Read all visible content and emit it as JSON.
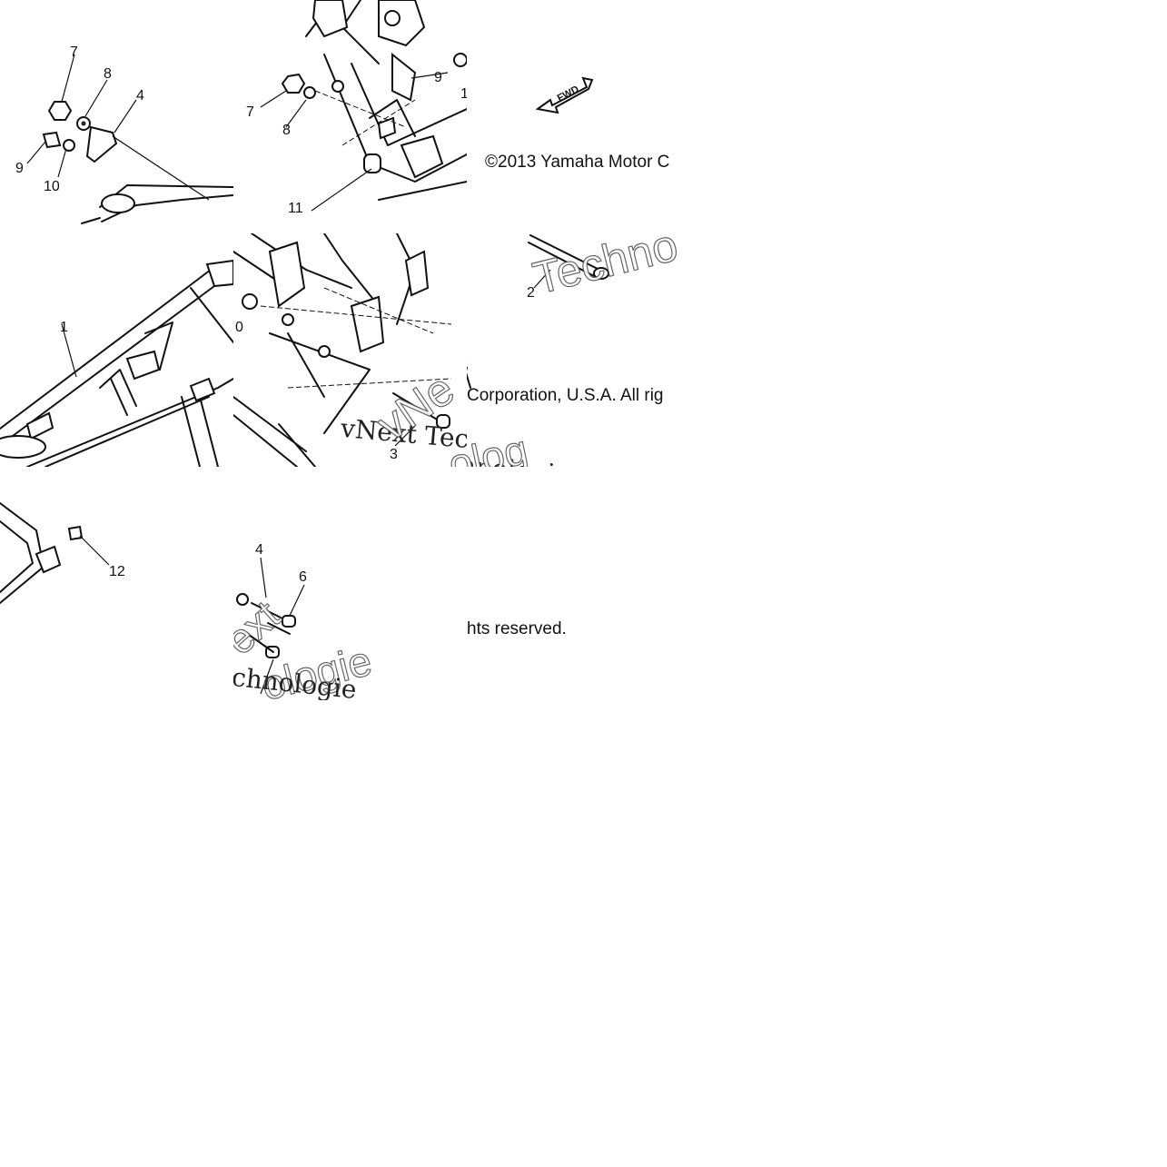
{
  "callouts": {
    "t1_7": "7",
    "t1_8": "8",
    "t1_4": "4",
    "t1_9": "9",
    "t1_10": "10",
    "t2_9": "9",
    "t2_1": "1",
    "t2_7": "7",
    "t2_8": "8",
    "t2_11": "11",
    "t3_2": "2",
    "t4_1": "1",
    "t5_10": "0",
    "t5_3": "3",
    "t7_12": "12",
    "t8_4": "4",
    "t8_6": "6"
  },
  "copyright": {
    "line1": "©2013 Yamaha Motor C",
    "line2": "Corporation, U.S.A. All rig",
    "line3": "hts reserved."
  },
  "watermark": {
    "serif_main": "vNext Tec",
    "serif_tail": "chnologies",
    "serif_bottom": "chnologie",
    "outline_a": "Techno",
    "outline_b": "vNe",
    "outline_c": "olog",
    "outline_d": "ext",
    "outline_e": "ologie"
  },
  "fwd_label": "FWD"
}
